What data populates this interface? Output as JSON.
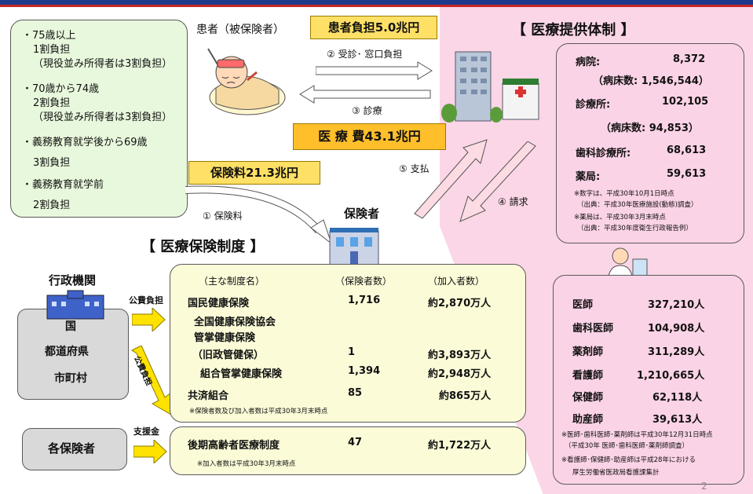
{
  "left_box": {
    "lines": [
      "・75歳以上",
      "1割負担",
      "（現役並み所得者は3割負担）",
      "・70歳から74歳",
      "2割負担",
      "（現役並み所得者は3割負担）",
      "・義務教育就学後から69歳",
      "3割負担",
      "・義務教育就学前",
      "2割負担"
    ]
  },
  "patient_label": "患者（被保険者）",
  "patient_burden": "患者負担5.0兆円",
  "medical_cost": "医 療 費43.1兆円",
  "premium": "保険料21.3兆円",
  "arrows": {
    "a1": "① 保険料",
    "a2": "② 受診･ 窓口負担",
    "a3": "③ 診療",
    "a4": "④ 請求",
    "a5": "⑤ 支払"
  },
  "insurer_label": "保険者",
  "provision_title": "【 医療提供体制 】",
  "insurance_title": "【 医療保険制度 】",
  "facilities": {
    "rows": [
      {
        "name": "病院:",
        "value": "8,372"
      },
      {
        "name": "（病床数: 1,546,544）",
        "value": ""
      },
      {
        "name": "診療所:",
        "value": "102,105"
      },
      {
        "name": "（病床数: 94,853）",
        "value": ""
      },
      {
        "name": "歯科診療所:",
        "value": "68,613"
      },
      {
        "name": "薬局:",
        "value": "59,613"
      }
    ],
    "notes": [
      "※数字は、平成30年10月1日時点",
      "（出典：平成30年医療施設(動態)調査）",
      "※薬局は、平成30年3月末時点",
      "（出典：平成30年度衛生行政報告例）"
    ]
  },
  "staff": {
    "rows": [
      {
        "name": "医師",
        "value": "327,210人"
      },
      {
        "name": "歯科医師",
        "value": "104,908人"
      },
      {
        "name": "薬剤師",
        "value": "311,289人"
      },
      {
        "name": "看護師",
        "value": "1,210,665人"
      },
      {
        "name": "保健師",
        "value": "62,118人"
      },
      {
        "name": "助産師",
        "value": "39,613人"
      }
    ],
    "notes": [
      "※医師･歯科医師･薬剤師は平成30年12月31日時点",
      "（平成30年 医師･歯科医師･薬剤師調査）",
      "※看護師･保健師･助産師は平成28年における",
      "厚生労働省医政局看護課集計"
    ]
  },
  "admin": {
    "title": "行政機関",
    "items": [
      "国",
      "都道府県",
      "市町村"
    ],
    "public_burden": "公費負担",
    "public_burden_diag": "公費負担"
  },
  "insurers_box": "各保険者",
  "support": "支援金",
  "system_table": {
    "headers": [
      "（主な制度名）",
      "（保険者数）",
      "（加入者数）"
    ],
    "rows": [
      {
        "name": "国民健康保険",
        "count": "1,716",
        "members": "約2,870万人"
      },
      {
        "name": "全国健康保険協会",
        "count": "",
        "members": ""
      },
      {
        "name": "管掌健康保険",
        "count": "",
        "members": ""
      },
      {
        "name": "（旧政管健保）",
        "count": "1",
        "members": "約3,893万人"
      },
      {
        "name": "組合管掌健康保険",
        "count": "1,394",
        "members": "約2,948万人"
      },
      {
        "name": "共済組合",
        "count": "85",
        "members": "約865万人"
      }
    ],
    "note": "※保険者数及び加入者数は平成30年3月末時点"
  },
  "elderly": {
    "name": "後期高齢者医療制度",
    "count": "47",
    "members": "約1,722万人",
    "note": "※加入者数は平成30年3月末時点"
  },
  "page_number": "2"
}
